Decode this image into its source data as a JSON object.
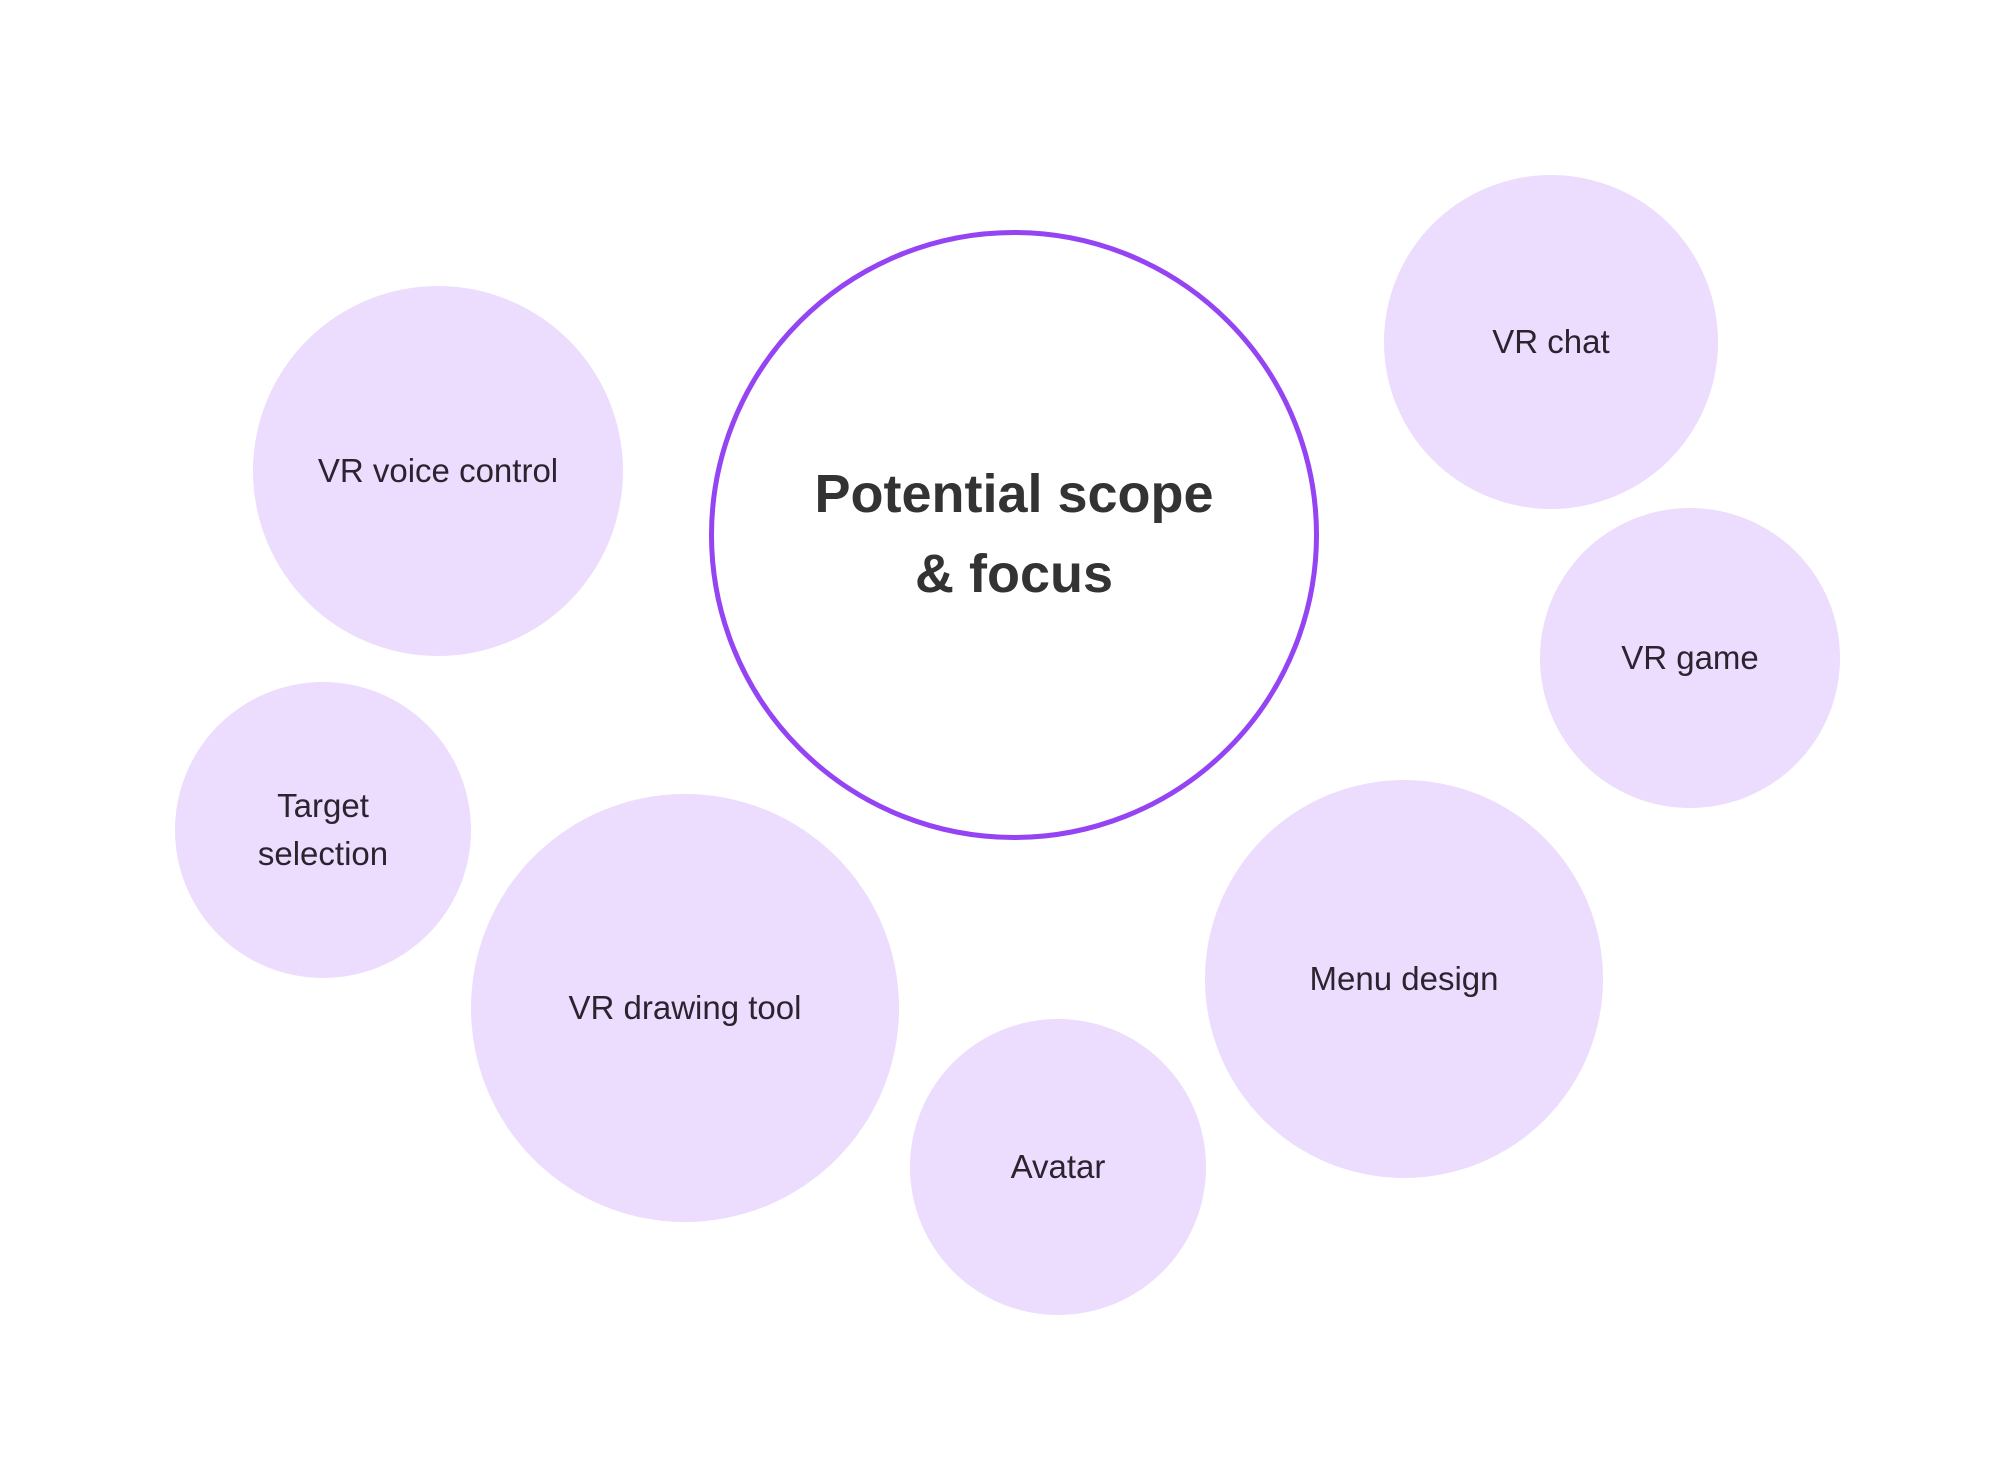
{
  "diagram": {
    "center_label": "Potential scope\n& focus",
    "colors": {
      "background": "#ffffff",
      "bubble_fill": "#ecdcfd",
      "center_border": "#9444f2",
      "text": "#2b2430"
    },
    "bubbles": [
      {
        "label": "VR voice control"
      },
      {
        "label": "VR chat"
      },
      {
        "label": "VR game"
      },
      {
        "label": "Target\nselection"
      },
      {
        "label": "VR drawing tool"
      },
      {
        "label": "Menu design"
      },
      {
        "label": "Avatar"
      }
    ]
  }
}
